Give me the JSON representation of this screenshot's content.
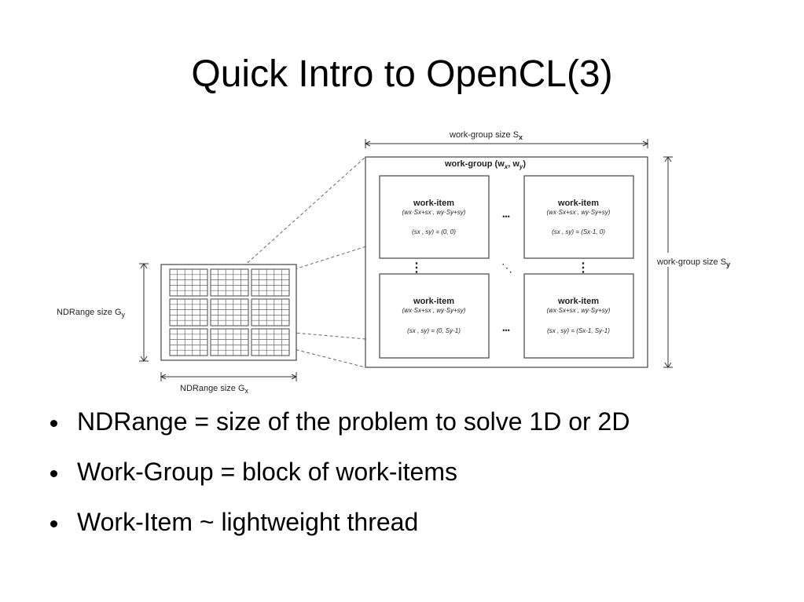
{
  "slide": {
    "title": "Quick Intro to OpenCL(3)"
  },
  "diagram": {
    "workgroup_size_x_label": "work-group size S",
    "workgroup_size_x_sub": "x",
    "workgroup_size_y_label": "work-group size S",
    "workgroup_size_y_sub": "y",
    "workgroup_title": "work-group (w",
    "workgroup_title_x": "x",
    "workgroup_title_mid": ", w",
    "workgroup_title_y": "y",
    "workgroup_title_end": ")",
    "ndrange_y_label": "NDRange size G",
    "ndrange_y_sub": "y",
    "ndrange_x_label": "NDRange size G",
    "ndrange_x_sub": "x",
    "work_items": [
      {
        "title": "work-item",
        "formula": "(wx·Sx+sx , wy·Sy+sy)",
        "coord": "(sx , sy) = (0, 0)"
      },
      {
        "title": "work-item",
        "formula": "(wx·Sx+sx , wy·Sy+sy)",
        "coord": "(sx , sy) = (Sx-1, 0)"
      },
      {
        "title": "work-item",
        "formula": "(wx·Sx+sx , wy·Sy+sy)",
        "coord": "(sx , sy) = (0, Sy-1)"
      },
      {
        "title": "work-item",
        "formula": "(wx·Sx+sx , wy·Sy+sy)",
        "coord": "(sx , sy) = (Sx-1, Sy-1)"
      }
    ],
    "ellipsis_h": "•••",
    "ellipsis_v": "⋮",
    "ellipsis_diag": "⋱"
  },
  "bullets": [
    "NDRange = size of the problem to solve 1D or 2D",
    "Work-Group = block of work-items",
    "Work-Item ~ lightweight thread"
  ]
}
